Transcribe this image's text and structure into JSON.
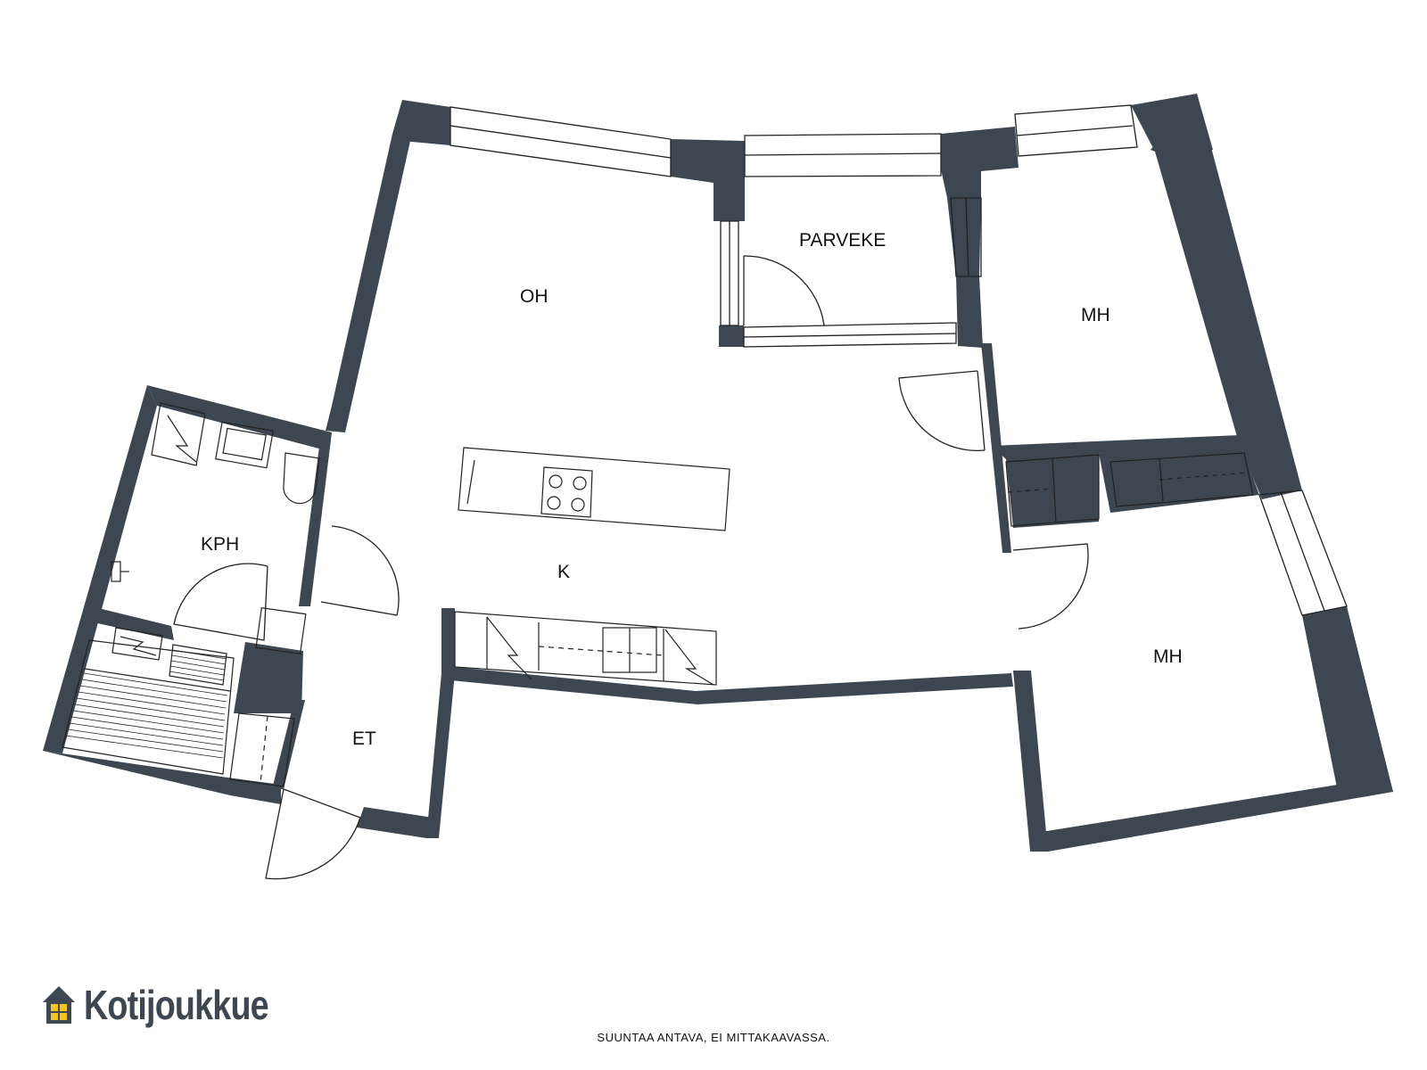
{
  "rooms": {
    "oh": "OH",
    "parveke": "PARVEKE",
    "mh_upper": "MH",
    "mh_lower": "MH",
    "kph": "KPH",
    "k": "K",
    "et": "ET"
  },
  "brand": {
    "name": "Kotijoukkue",
    "wall_color": "#3d4752",
    "window_color": "#f5c518"
  },
  "footer": {
    "note": "SUUNTAA ANTAVA, EI MITTAKAAVASSA."
  },
  "icons": {
    "logo": "house-icon",
    "door": "door-swing-icon",
    "stove": "stove-icon",
    "sink": "sink-icon",
    "toilet": "toilet-icon",
    "shower": "shower-icon",
    "sauna_bench": "sauna-bench-icon"
  }
}
